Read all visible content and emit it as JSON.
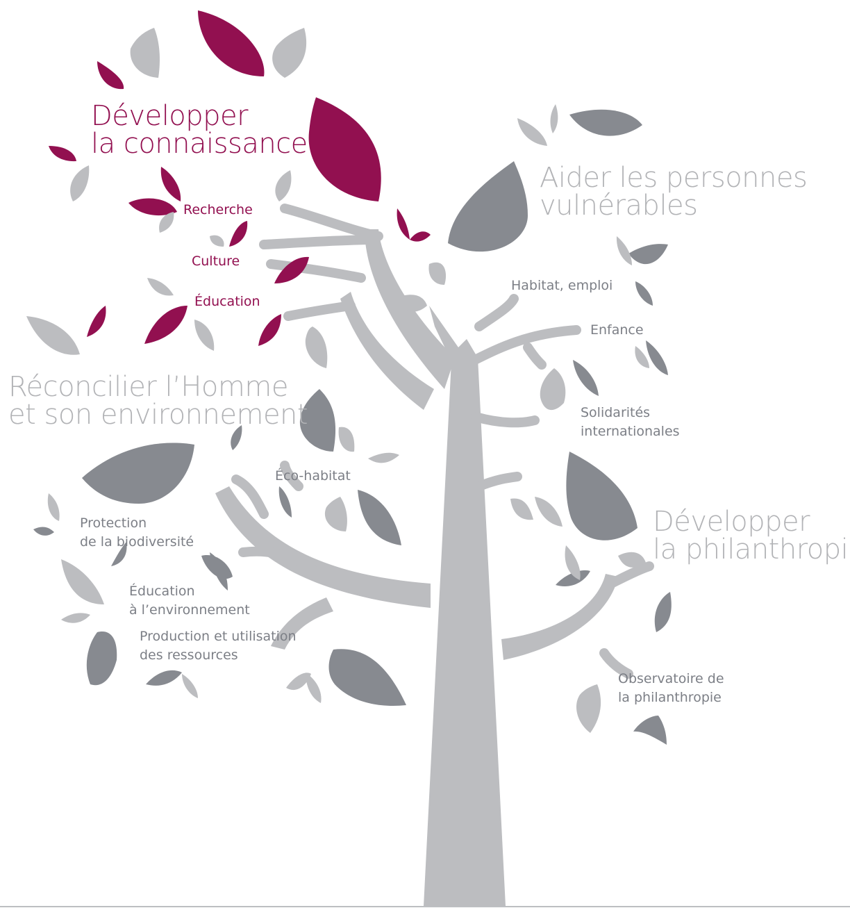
{
  "colors": {
    "trunk": "#bcbdc0",
    "leaf_purple": "#921050",
    "leaf_dark": "#878a90",
    "leaf_light": "#bcbdc0",
    "text_purple": "#921050",
    "text_gray_large": "#b2b3b6",
    "text_gray_small": "#7c7f86"
  },
  "themes": {
    "knowledge": {
      "title_line1": "Développer",
      "title_line2": "la connaissance",
      "items": [
        "Recherche",
        "Culture",
        "Éducation"
      ]
    },
    "vulnerable": {
      "title_line1": "Aider les personnes",
      "title_line2": "vulnérables",
      "items": [
        "Habitat, emploi",
        "Enfance",
        "Solidarités",
        "internationales"
      ]
    },
    "environment": {
      "title_line1": "Réconcilier l’Homme",
      "title_line2": "et son environnement",
      "items": [
        "Éco-habitat",
        "Protection",
        "de la biodiversité",
        "Éducation",
        "à l’environnement",
        "Production et utilisation",
        "des ressources"
      ]
    },
    "philanthropy": {
      "title_line1": "Développer",
      "title_line2": "la philanthropie",
      "items": [
        "Observatoire de",
        "la philanthropie"
      ]
    }
  }
}
